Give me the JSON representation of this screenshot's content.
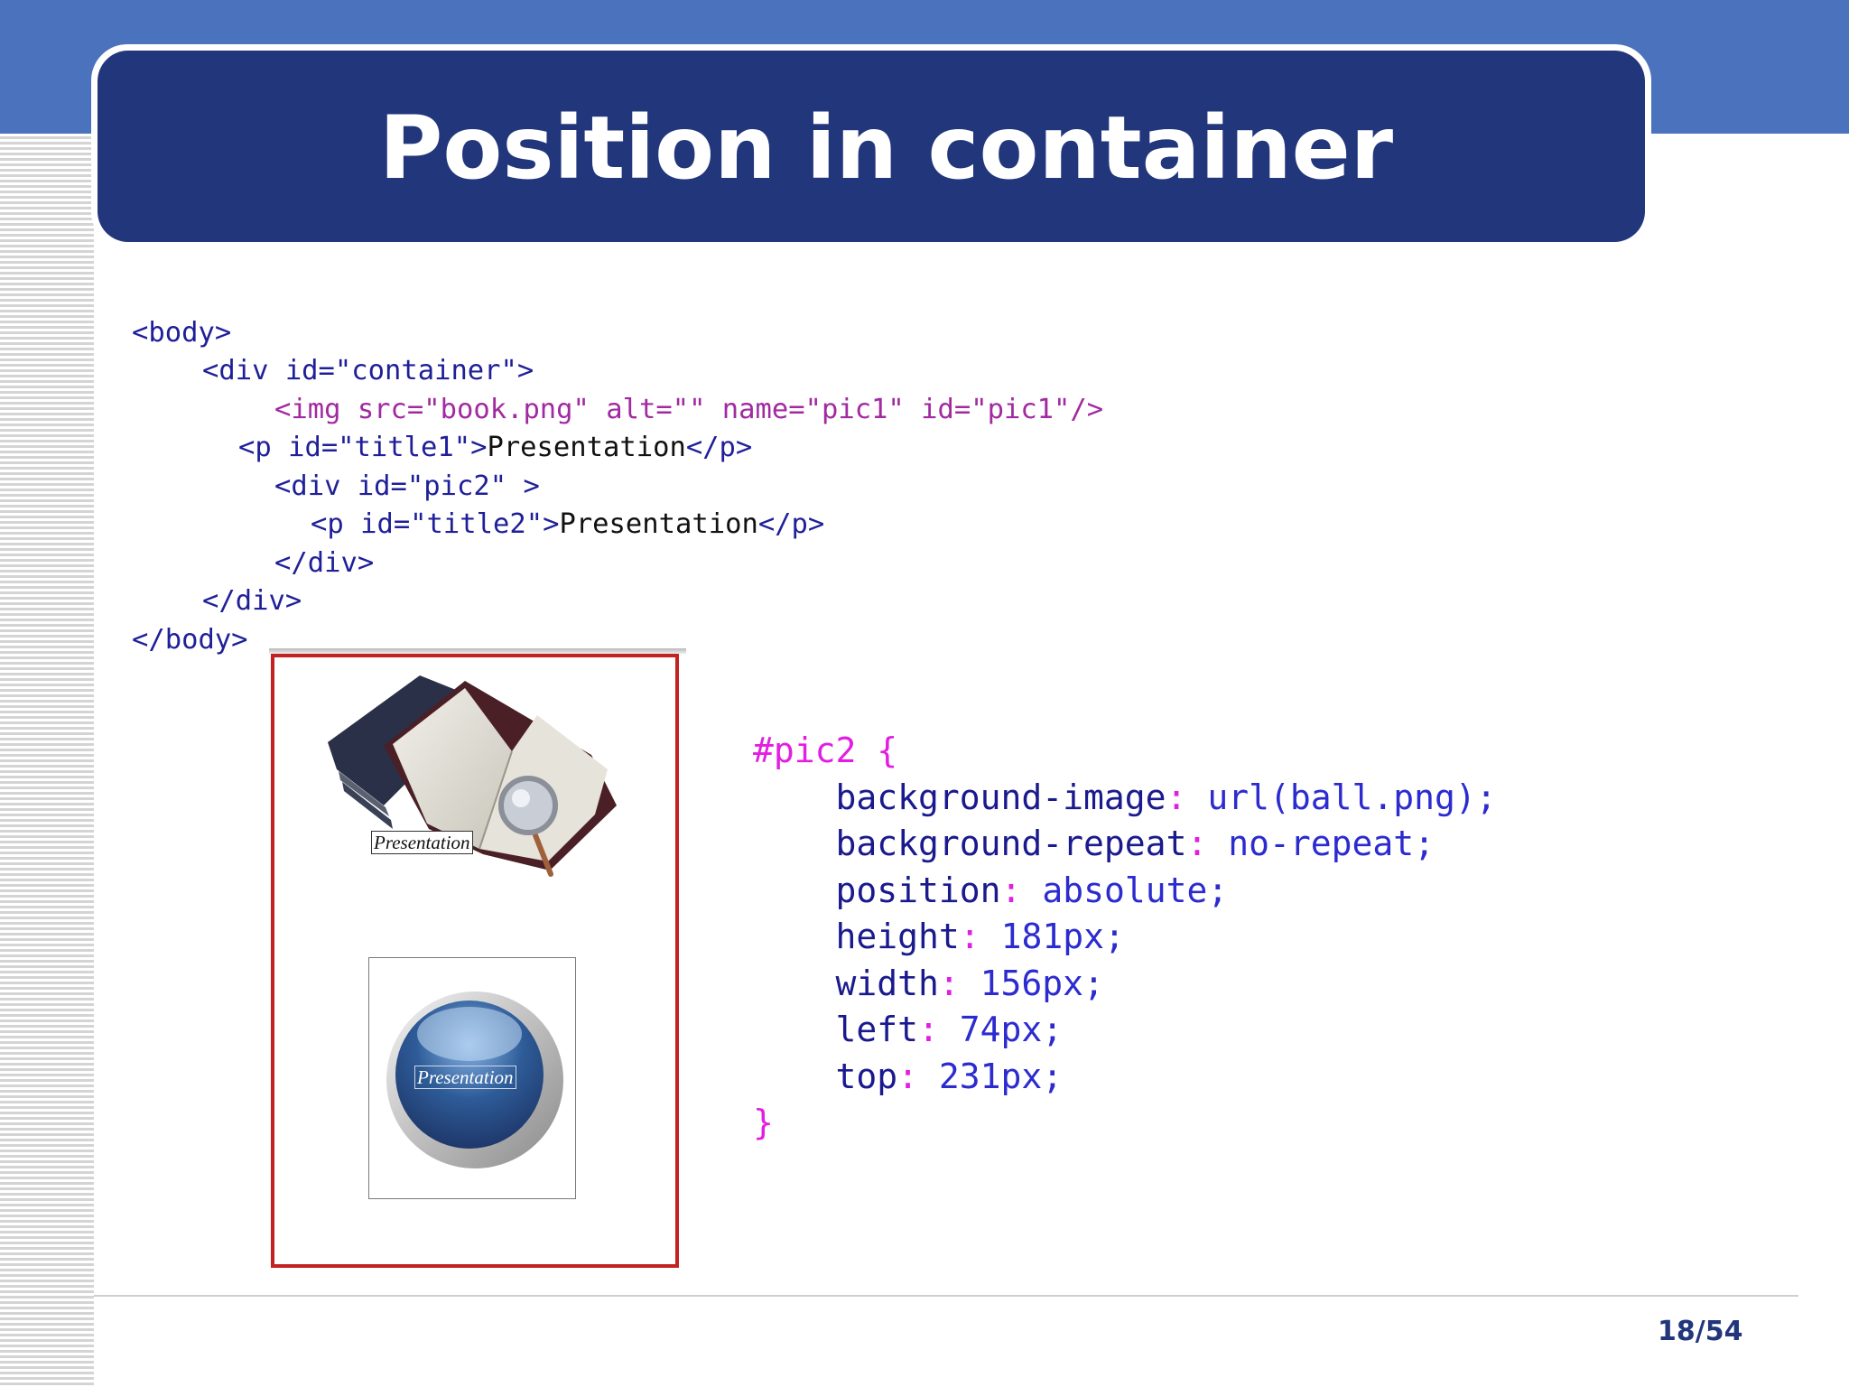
{
  "slide": {
    "title": "Position in container",
    "page_number": "18/54"
  },
  "html_code": {
    "line1": "<body>",
    "line2": "<div id=\"container\">",
    "line3": "<img src=\"book.png\" alt=\"\" name=\"pic1\" id=\"pic1\"/>",
    "line4_tag": "<p id=\"title1\">",
    "line4_text": "Presentation",
    "line4_close": "</p>",
    "line5": "<div id=\"pic2\" >",
    "line6_tag": "<p id=\"title2\">",
    "line6_text": "Presentation",
    "line6_close": "</p>",
    "line7": "</div>",
    "line8": "</div>",
    "line9": "</body>"
  },
  "css_code": {
    "selector": "#pic2 {",
    "rules": [
      {
        "prop": "background-image",
        "value": "url(ball.png);"
      },
      {
        "prop": "background-repeat",
        "value": "no-repeat;"
      },
      {
        "prop": "position",
        "value": "absolute;"
      },
      {
        "prop": "height",
        "value": "181px;"
      },
      {
        "prop": "width",
        "value": "156px;"
      },
      {
        "prop": "left",
        "value": "74px;"
      },
      {
        "prop": "top",
        "value": "231px;"
      }
    ],
    "close": "}"
  },
  "preview": {
    "caption1": "Presentation",
    "caption2": "Presentation"
  },
  "colors": {
    "top_band": "#4a72bd",
    "title_bg": "#22367b",
    "frame_border": "#c22222",
    "css_selector": "#e21ee2"
  }
}
